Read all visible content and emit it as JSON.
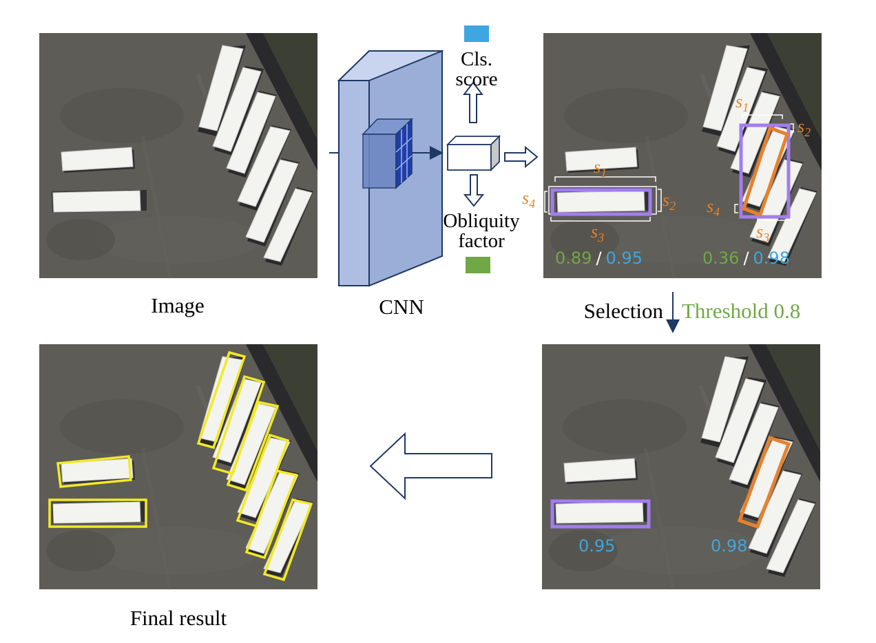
{
  "colors": {
    "navy": "#1f3864",
    "cls_blue": "#3ea6e0",
    "obl_green": "#70a845",
    "orange": "#e5822f",
    "purple": "#a27df0",
    "yellow": "#f2ea27",
    "ground": "#5c5a55",
    "grass": "#3a3d30",
    "bus": "#f2f2ee"
  },
  "labels": {
    "image": "Image",
    "cnn": "CNN",
    "cls_score": [
      "Cls.",
      "score"
    ],
    "obliquity_factor": [
      "Obliquity",
      "factor"
    ],
    "selection": "Selection",
    "threshold": "Threshold 0.8",
    "final_result": "Final result"
  },
  "box_left": {
    "s1": "s",
    "s1_sub": "1",
    "s2": "s",
    "s2_sub": "2",
    "s3": "s",
    "s3_sub": "3",
    "s4": "s",
    "s4_sub": "4",
    "obliquity": "0.89",
    "sep": "/",
    "cls": "0.95"
  },
  "box_right": {
    "s1": "s",
    "s1_sub": "1",
    "s2": "s",
    "s2_sub": "2",
    "s3": "s",
    "s3_sub": "3",
    "s4": "s",
    "s4_sub": "4",
    "obliquity": "0.36",
    "sep": "/",
    "cls": "0.98"
  },
  "selected_scores": {
    "left": "0.95",
    "right": "0.98"
  }
}
